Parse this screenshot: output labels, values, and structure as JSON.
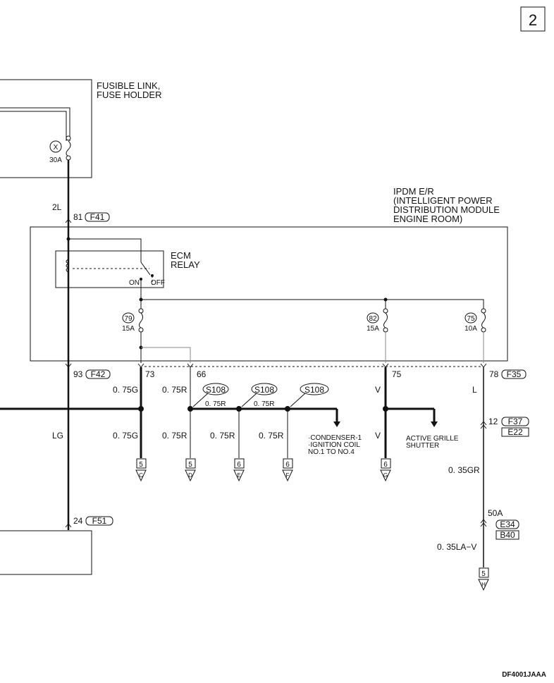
{
  "page_number": "2",
  "doc_code": "DF4001JAAA",
  "fusible_link": {
    "label_line1": "FUSIBLE LINK,",
    "label_line2": "FUSE HOLDER",
    "fuse_id": "X",
    "fuse_rating": "30A"
  },
  "ipdm": {
    "line1": "IPDM E/R",
    "line2": "(INTELLIGENT POWER",
    "line3": "DISTRIBUTION MODULE",
    "line4": "ENGINE ROOM)"
  },
  "ecm_relay": {
    "line1": "ECM",
    "line2": "RELAY",
    "on_label": "ON",
    "off_label": "OFF"
  },
  "fuses": [
    {
      "id": "79",
      "rating": "15A"
    },
    {
      "id": "82",
      "rating": "15A"
    },
    {
      "id": "75",
      "rating": "10A"
    }
  ],
  "wire_2l": "2L",
  "terminal_81": {
    "pin": "81",
    "connector": "F41"
  },
  "terminal_93": {
    "pin": "93",
    "connector": "F42"
  },
  "terminal_73": "73",
  "terminal_66": "66",
  "terminal_75": "75",
  "terminal_78": {
    "pin": "78",
    "connector": "F35"
  },
  "wire_075g_top": "0. 75G",
  "wire_075r_top": "0. 75R",
  "wire_v_top": "V",
  "wire_l": "L",
  "splice": "S108",
  "splice_wire_1": "0. 75R",
  "splice_wire_2": "0. 75R",
  "wire_lg": "LG",
  "wire_075g_bottom": "0. 75G",
  "wire_075r_1": "0. 75R",
  "wire_075r_2": "0. 75R",
  "wire_075r_3": "0. 75R",
  "wire_v_bottom": "V",
  "condenser": {
    "line1": "·CONDENSER-1",
    "line2": "·IGNITION COIL",
    "line3": "NO.1 TO NO.4"
  },
  "active_grille": {
    "line1": "ACTIVE GRILLE",
    "line2": "SHUTTER"
  },
  "jc_12": {
    "pin": "12",
    "connector1": "F37",
    "connector2": "E22"
  },
  "wire_035gr": "0. 35GR",
  "jc_50a": {
    "pin": "50A",
    "connector1": "E34",
    "connector2": "B40"
  },
  "wire_035la_v": "0. 35LA−V",
  "terminal_24": {
    "pin": "24",
    "connector": "F51"
  },
  "page_refs": [
    {
      "page": "5",
      "letter": "C"
    },
    {
      "page": "5",
      "letter": "D"
    },
    {
      "page": "6",
      "letter": "E"
    },
    {
      "page": "6",
      "letter": "F"
    },
    {
      "page": "6",
      "letter": "G"
    },
    {
      "page": "5",
      "letter": "H"
    }
  ]
}
